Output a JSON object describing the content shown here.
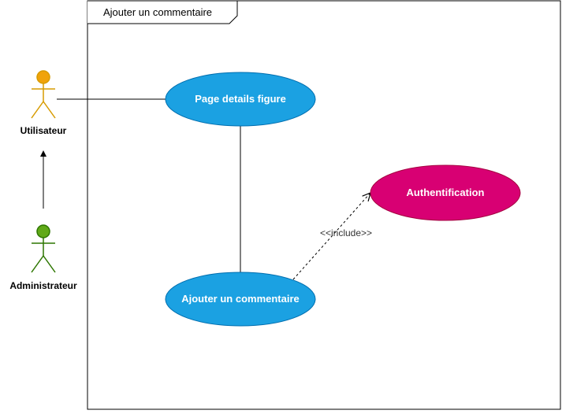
{
  "frame": {
    "title": "Ajouter un commentaire"
  },
  "actors": {
    "user": {
      "label": "Utilisateur",
      "color": "#d79b00",
      "fill": "#f0a30a"
    },
    "admin": {
      "label": "Administrateur",
      "color": "#2d7600",
      "fill": "#60a917"
    }
  },
  "use_cases": {
    "page_details": {
      "label": "Page details figure",
      "fill": "#1ba1e2",
      "stroke": "#006eaf"
    },
    "add_comment": {
      "label": "Ajouter un commentaire",
      "fill": "#1ba1e2",
      "stroke": "#006eaf"
    },
    "auth": {
      "label": "Authentification",
      "fill": "#d80073",
      "stroke": "#a50040"
    }
  },
  "relations": {
    "include_label": "<<include>>"
  }
}
